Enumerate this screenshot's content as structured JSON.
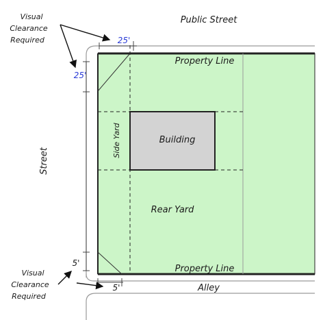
{
  "labels": {
    "public_street": "Public Street",
    "street": "Street",
    "alley": "Alley",
    "property_line_top": "Property Line",
    "property_line_bottom": "Property Line",
    "building": "Building",
    "side_yard": "Side Yard",
    "rear_yard": "Rear Yard",
    "visual_clearance_top": [
      "Visual",
      "Clearance",
      "Required"
    ],
    "visual_clearance_bottom": [
      "Visual",
      "Clearance",
      "Required"
    ]
  },
  "dimensions": {
    "top_horizontal": "25'",
    "top_vertical": "25'",
    "bottom_vertical": "5'",
    "bottom_horizontal": "5'"
  },
  "colors": {
    "lot_fill": "#ccf5c8",
    "building_fill": "#d3d3d3",
    "dimension_text": "#2a3bd6",
    "line": "#222222",
    "curb": "#9a9a9a"
  }
}
